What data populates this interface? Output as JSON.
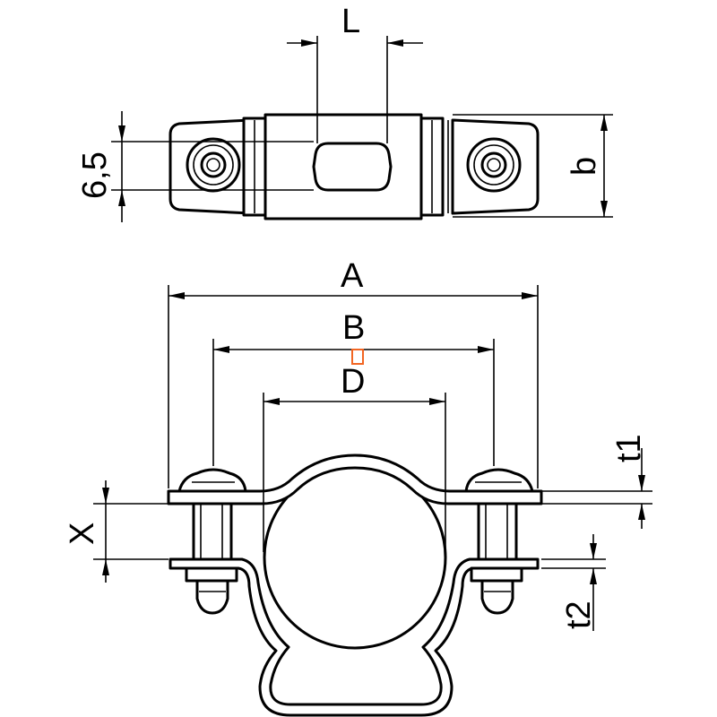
{
  "labels": {
    "L": "L",
    "six_five": "6,5",
    "b": "b",
    "A": "A",
    "B": "B",
    "D": "D",
    "t1": "t1",
    "X": "X",
    "t2": "t2"
  },
  "colors": {
    "line": "#000000",
    "background": "#ffffff",
    "marker": "#f26522"
  }
}
